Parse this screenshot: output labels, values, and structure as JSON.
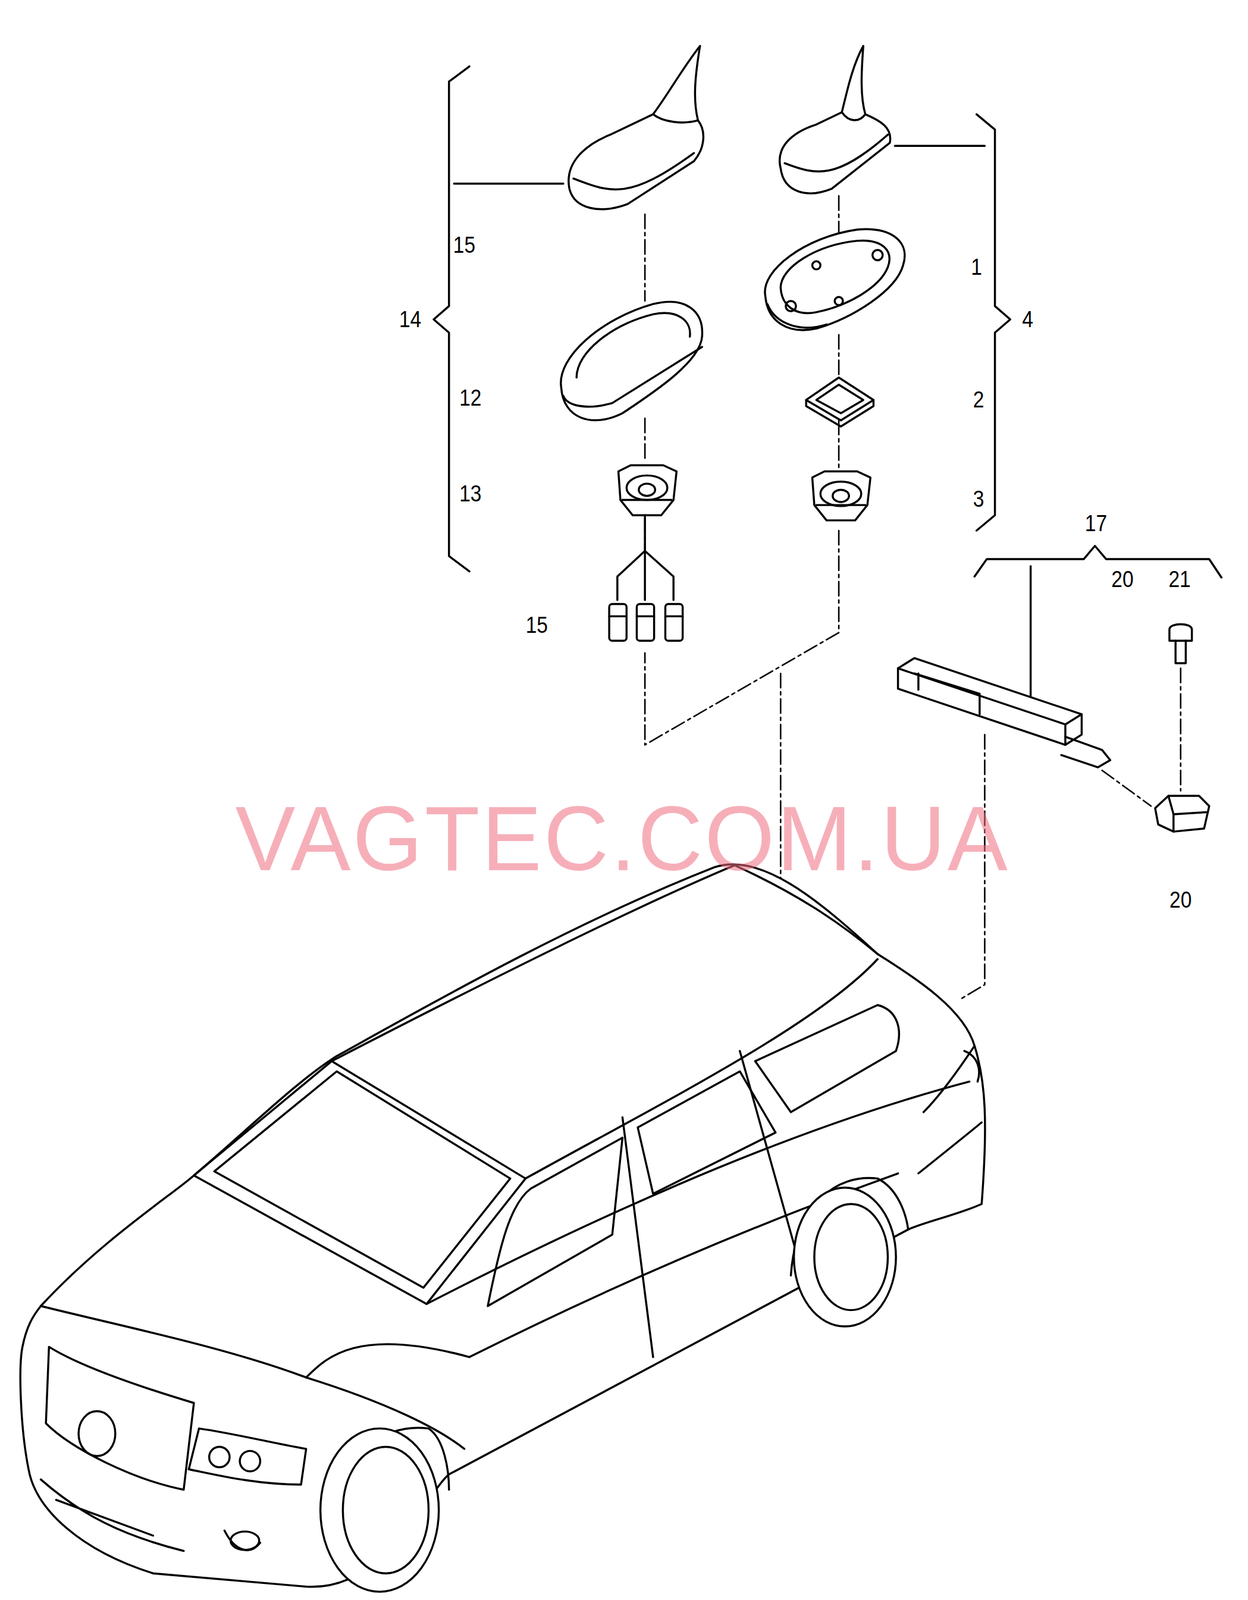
{
  "diagram": {
    "labels": [
      "15",
      "1",
      "14",
      "4",
      "12",
      "2",
      "13",
      "3",
      "17",
      "20",
      "21",
      "15",
      "VAGTEC.COM.UA",
      "20"
    ]
  }
}
